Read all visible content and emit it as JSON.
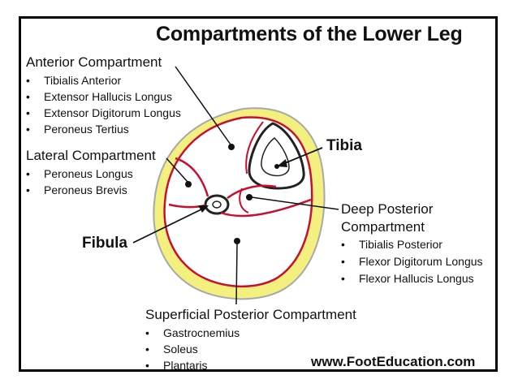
{
  "title": "Compartments of the Lower Leg",
  "anterior": {
    "heading": "Anterior Compartment",
    "items": [
      "Tibialis Anterior",
      "Extensor Hallucis Longus",
      "Extensor Digitorum Longus",
      "Peroneus Tertius"
    ]
  },
  "lateral": {
    "heading": "Lateral Compartment",
    "items": [
      "Peroneus Longus",
      "Peroneus Brevis"
    ]
  },
  "deep_posterior": {
    "heading_line1": "Deep Posterior",
    "heading_line2": "Compartment",
    "items": [
      "Tibialis Posterior",
      "Flexor Digitorum Longus",
      "Flexor Hallucis Longus"
    ]
  },
  "superficial_posterior": {
    "heading": "Superficial Posterior Compartment",
    "items": [
      "Gastrocnemius",
      "Soleus",
      "Plantaris"
    ]
  },
  "bones": {
    "tibia": "Tibia",
    "fibula": "Fibula"
  },
  "website": "www.FootEducation.com",
  "bullet": "•",
  "colors": {
    "fat": "#f4f080",
    "skin": "#a8a8a8",
    "fascia": "#c8102e",
    "bone": "#222222",
    "text": "#111111"
  }
}
